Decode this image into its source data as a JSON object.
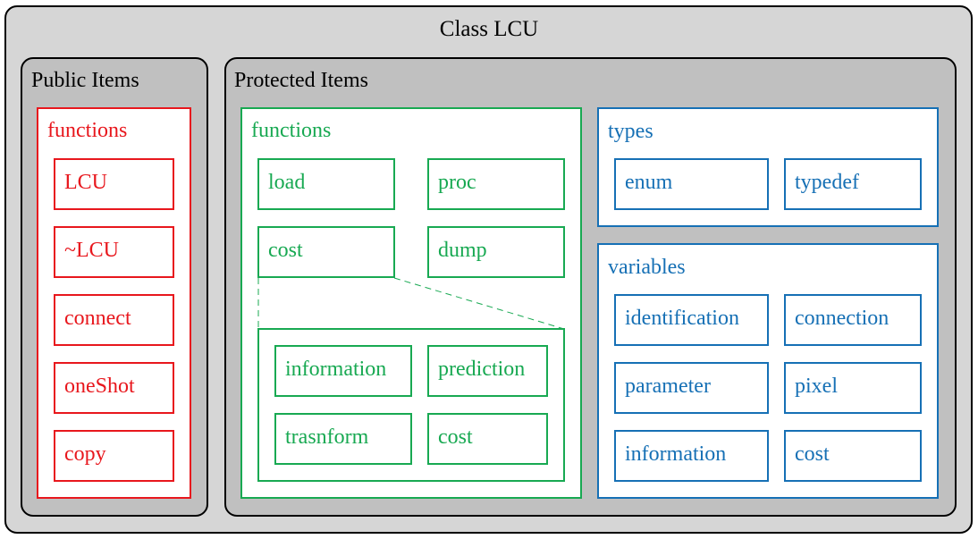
{
  "title": "Class LCU",
  "public_group": {
    "title": "Public Items",
    "functions": {
      "title": "functions",
      "items": [
        "LCU",
        "~LCU",
        "connect",
        "oneShot",
        "copy"
      ]
    }
  },
  "protected_group": {
    "title": "Protected Items",
    "functions": {
      "title": "functions",
      "items": [
        "load",
        "proc",
        "cost",
        "dump"
      ],
      "sub_items": [
        "information",
        "prediction",
        "trasnform",
        "cost"
      ]
    },
    "types": {
      "title": "types",
      "items": [
        "enum",
        "typedef"
      ]
    },
    "variables": {
      "title": "variables",
      "items": [
        "identification",
        "connection",
        "parameter",
        "pixel",
        "information",
        "cost"
      ]
    }
  },
  "colors": {
    "public": "#e8171d",
    "functions": "#18a952",
    "types_variables": "#1670b5",
    "outer_bg": "#d6d6d6",
    "group_bg": "#c0c0c0"
  }
}
